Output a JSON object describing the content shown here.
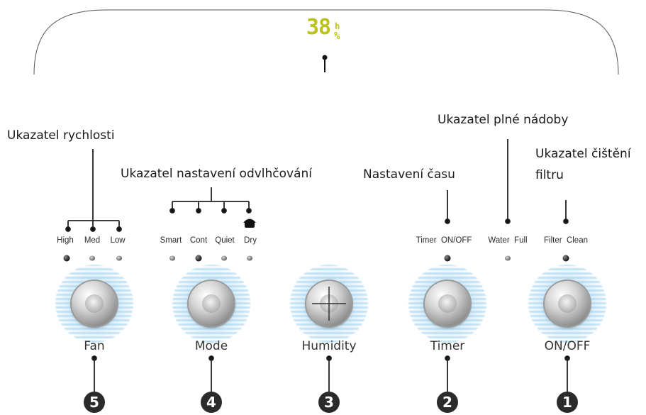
{
  "display": {
    "digits": "38",
    "unit_top": "h",
    "unit_bottom": "%"
  },
  "callouts": {
    "speed": "Ukazatel rychlosti",
    "dehumidify": "Ukazatel nastavení odvlhčování",
    "time": "Nastavení času",
    "tank_full": "Ukazatel plné nádoby",
    "filter_line1": "Ukazatel čištění",
    "filter_line2": "filtru"
  },
  "indicators": {
    "fan": [
      "High",
      "Med",
      "Low"
    ],
    "mode": [
      "Smart",
      "Cont",
      "Quiet",
      "Dry"
    ],
    "timer": "Timer  ON/OFF",
    "water": "Water  Full",
    "filter": "Filter  Clean"
  },
  "buttons": [
    {
      "label": "Fan",
      "number": "5"
    },
    {
      "label": "Mode",
      "number": "4"
    },
    {
      "label": "Humidity",
      "number": "3"
    },
    {
      "label": "Timer",
      "number": "2"
    },
    {
      "label": "ON/OFF",
      "number": "1"
    }
  ],
  "colors": {
    "display": "#bcc31a",
    "glow": "#8cc8eb",
    "badge": "#2b2b2b"
  }
}
